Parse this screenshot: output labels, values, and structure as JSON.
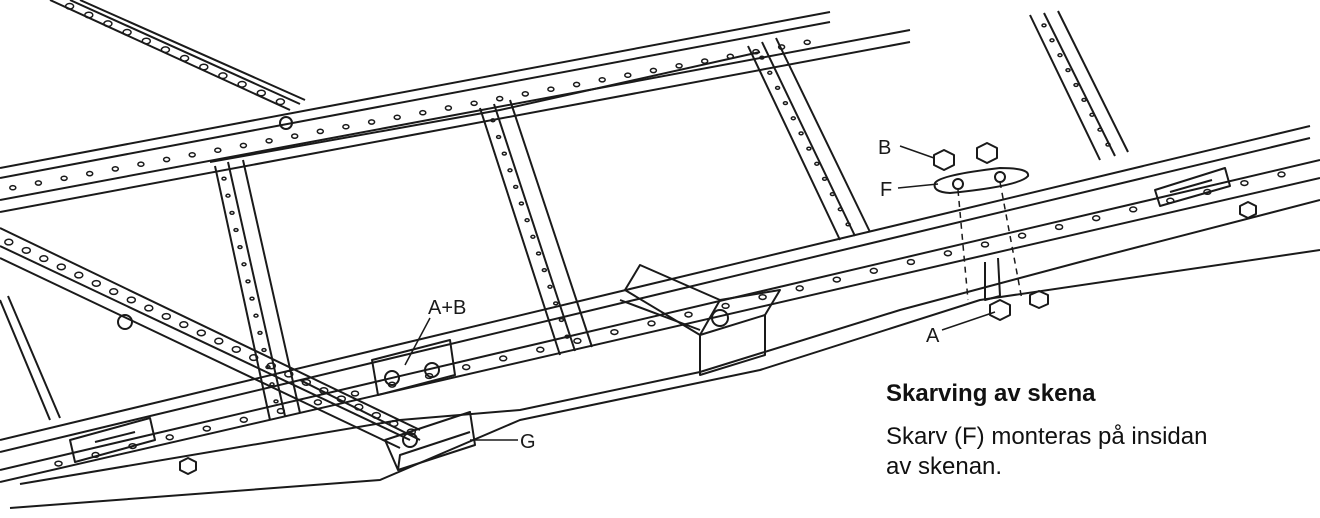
{
  "callouts": {
    "a_plus_b": "A+B",
    "b": "B",
    "f": "F",
    "a": "A",
    "g": "G"
  },
  "caption": {
    "title": "Skarving av skena",
    "body": "Skarv (F) monteras på insidan av skenan."
  }
}
